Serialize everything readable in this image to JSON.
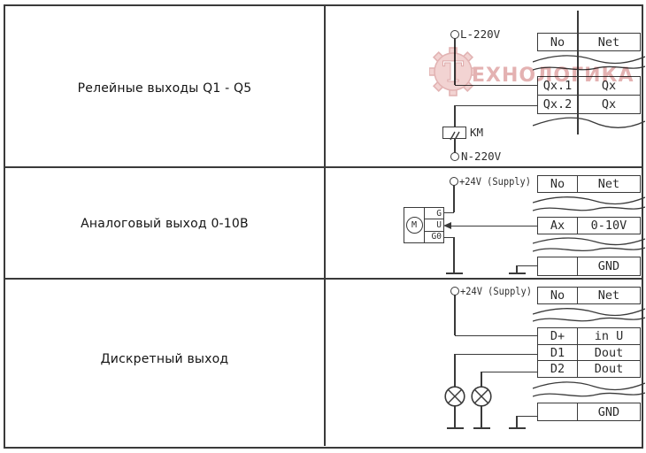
{
  "left_column": {
    "rows": [
      {
        "label": "Релейные выходы Q1 - Q5"
      },
      {
        "label": "Аналоговый выход 0-10В"
      },
      {
        "label": "Дискретный выход"
      }
    ]
  },
  "watermark": {
    "letter": "Т",
    "text": "ЕХНОЛОГИКА",
    "color": "#dfa4a4"
  },
  "colors": {
    "line": "#3a3a3a",
    "text": "#141414"
  },
  "diagrams": {
    "relay": {
      "terminal_top": "L-220V",
      "terminal_bottom": "N-220V",
      "relay_label": "KM",
      "table": {
        "header": {
          "left": "No",
          "right": "Net"
        },
        "rows": [
          {
            "left": "Qx.1",
            "right": "Qx"
          },
          {
            "left": "Qx.2",
            "right": "Qx"
          }
        ]
      }
    },
    "analog": {
      "terminal_top": "+24V (Supply)",
      "motor": {
        "letter": "M",
        "terminals": [
          "G",
          "U",
          "G0"
        ]
      },
      "table": {
        "header": {
          "left": "No",
          "right": "Net"
        },
        "rows": [
          {
            "left": "Ax",
            "right": "0-10V"
          }
        ],
        "gnd": {
          "left": "",
          "right": "GND"
        }
      }
    },
    "discrete": {
      "terminal_top": "+24V (Supply)",
      "table": {
        "header": {
          "left": "No",
          "right": "Net"
        },
        "rows": [
          {
            "left": "D+",
            "right": "in U"
          },
          {
            "left": "D1",
            "right": "Dout"
          },
          {
            "left": "D2",
            "right": "Dout"
          }
        ],
        "gnd": {
          "left": "",
          "right": "GND"
        }
      }
    }
  }
}
